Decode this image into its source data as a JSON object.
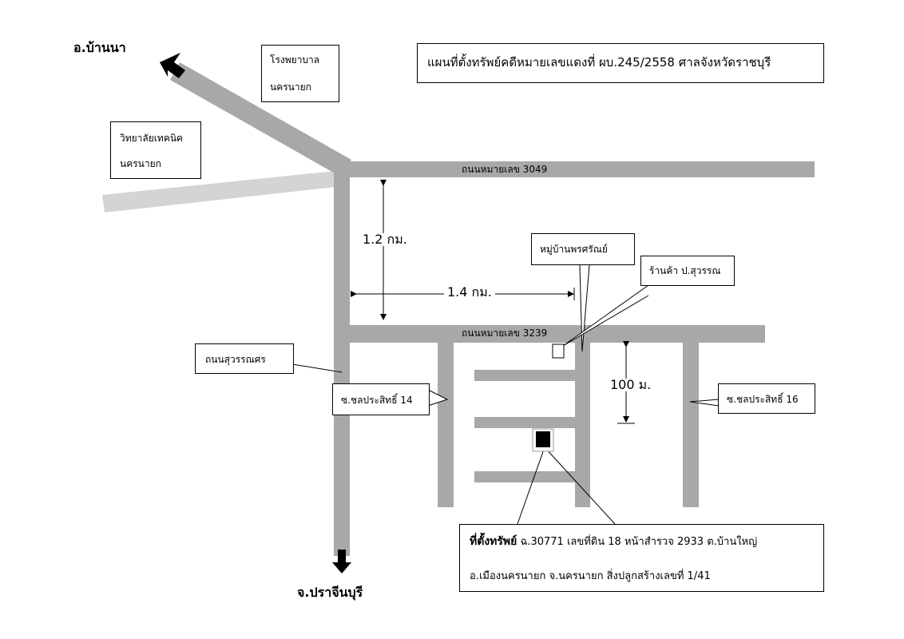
{
  "title": "แผนที่ตั้งทรัพย์คดีหมายเลขแดงที่ ผบ.245/2558  ศาลจังหวัดราชบุรี",
  "directions": {
    "north": "อ.บ้านนา",
    "south": "จ.ปราจีนบุรี"
  },
  "landmarks": {
    "hospital": [
      "โรงพยาบาล",
      "นครนายก"
    ],
    "college": [
      "วิทยาลัยเทคนิค",
      "นครนายก"
    ],
    "village": "หมู่บ้านพรศรัณย์",
    "shop": "ร้านค้า ป.สุวรรณ"
  },
  "roads": {
    "road_3049": "ถนนหมายเลข 3049",
    "road_3239": "ถนนหมายเลข 3239",
    "suwannasorn": "ถนนสุวรรณศร",
    "soi_14": "ซ.ชลประสิทธิ์ 14",
    "soi_16": "ซ.ชลประสิทธิ์ 16"
  },
  "distances": {
    "d1": "1.2 กม.",
    "d2": "1.4 กม.",
    "d3": "100 ม."
  },
  "property": {
    "heading": "ที่ตั้งทรัพย์",
    "line1": " ฉ.30771  เลขที่ดิน 18 หน้าสำรวจ 2933  ต.บ้านใหญ่",
    "line2": "อ.เมืองนครนายก จ.นครนายก    สิ่งปลูกสร้างเลขที่ 1/41"
  },
  "colors": {
    "road": "#a8a8a8",
    "road_light": "#d4d4d4",
    "ink": "#000000"
  }
}
